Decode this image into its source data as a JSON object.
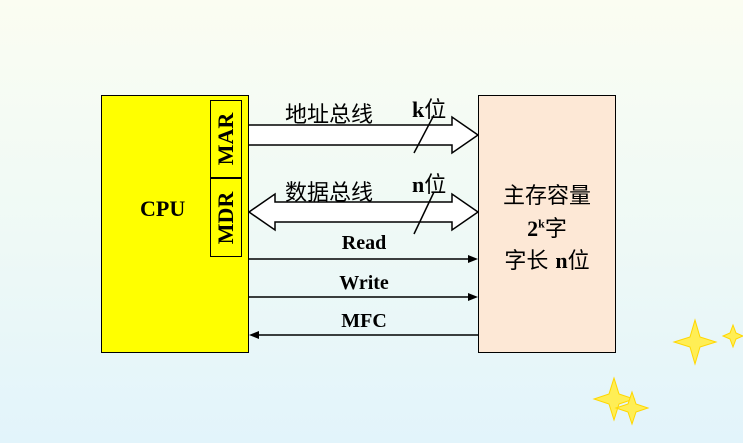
{
  "cpu": {
    "label": "CPU",
    "mar_label": "MAR",
    "mdr_label": "MDR"
  },
  "address_bus": {
    "label": "地址总线",
    "width_var": "k",
    "width_unit": "位"
  },
  "data_bus": {
    "label": "数据总线",
    "width_var": "n",
    "width_unit": "位"
  },
  "signals": {
    "read": "Read",
    "write": "Write",
    "mfc": "MFC"
  },
  "memory": {
    "line1": "主存容量",
    "capacity_base": "2",
    "capacity_exp": "k",
    "capacity_unit": "字",
    "word_prefix": "字长 ",
    "word_var": "n",
    "word_unit": "位"
  },
  "colors": {
    "cpu": "#ffff00",
    "memory": "#fde8d6",
    "star": "#ffee55"
  }
}
